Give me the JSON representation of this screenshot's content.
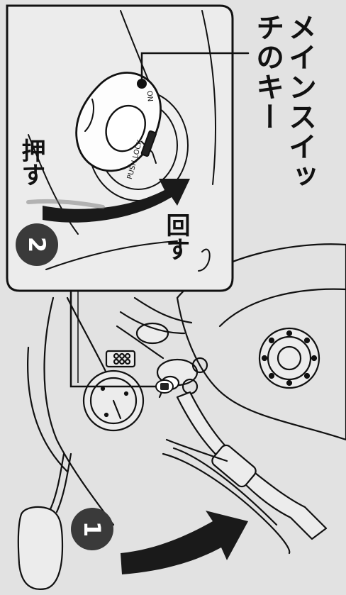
{
  "labels": {
    "main_switch_key": "メインスイッチのキー",
    "push": "押す",
    "turn": "回す",
    "lock_markings": "PUSH LOCK",
    "on_marking": "ON"
  },
  "steps": [
    {
      "number": "1"
    },
    {
      "number": "2"
    }
  ],
  "colors": {
    "background": "#e2e2e2",
    "line": "#111111",
    "badge": "#3a3a3a",
    "arrow": "#1a1a1a"
  }
}
